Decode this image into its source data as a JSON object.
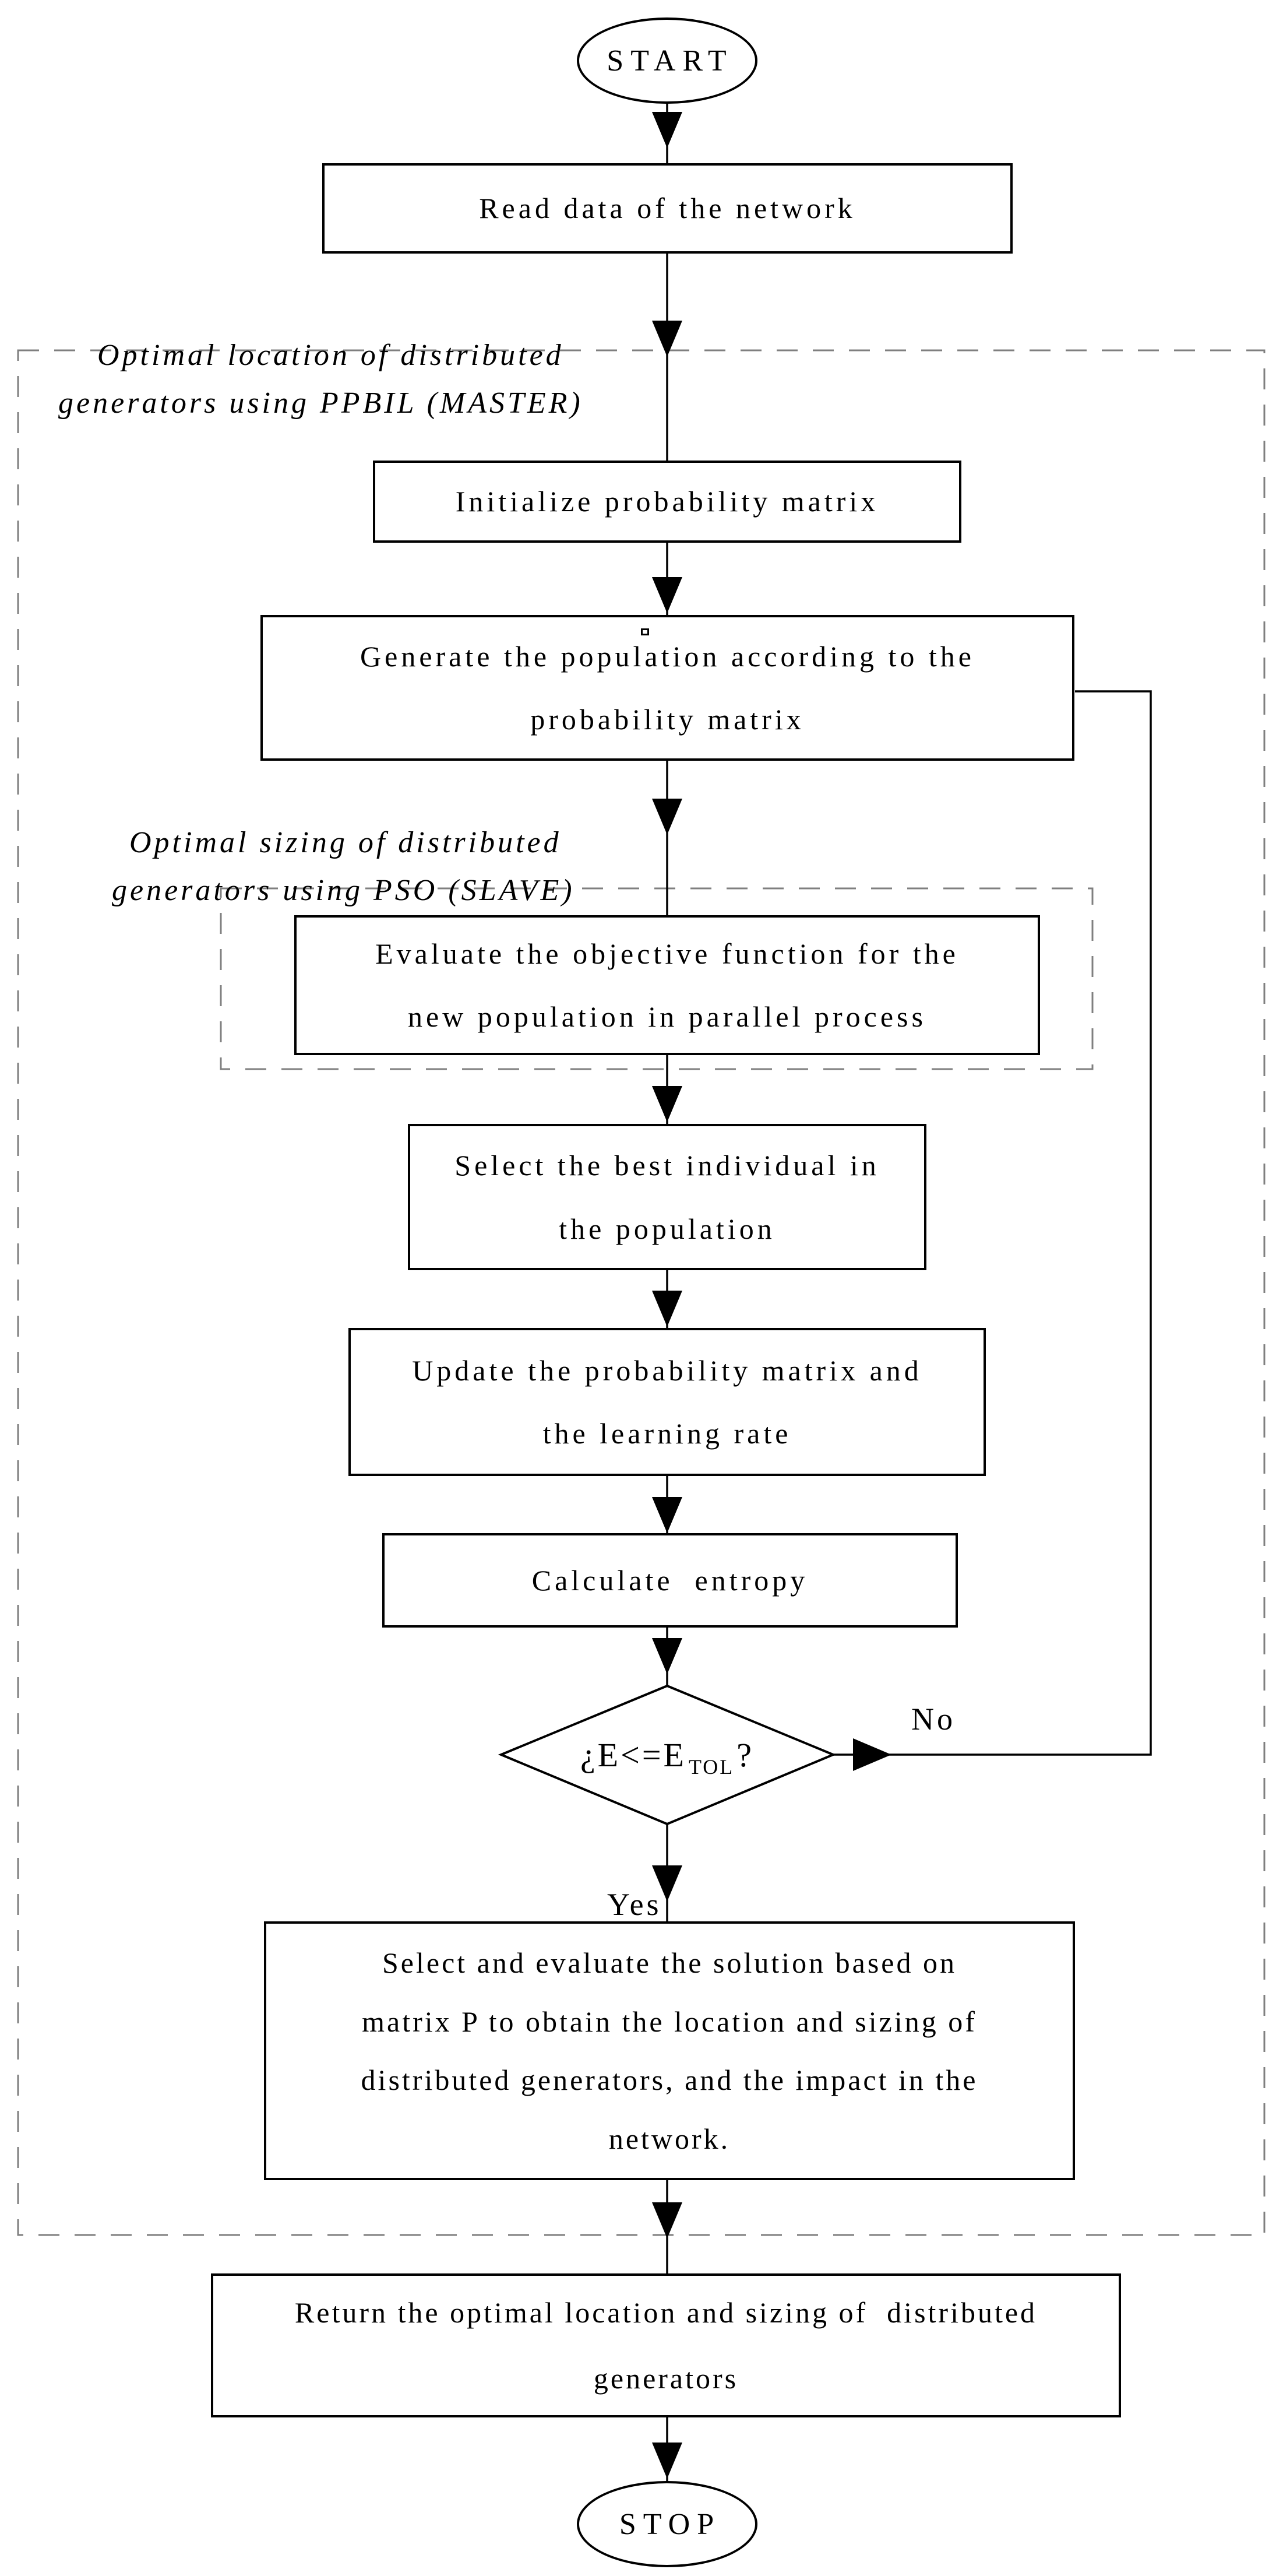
{
  "colors": {
    "line": "#000000",
    "region_dash": "#7f7f7f",
    "background": "#ffffff",
    "text": "#000000"
  },
  "nodes": {
    "start": {
      "label": "START"
    },
    "read_data": {
      "label": "Read data of the network"
    },
    "master_region": {
      "line1": "Optimal location of distributed",
      "line2": "generators using PPBIL (MASTER)"
    },
    "initialize": {
      "label": "Initialize probability matrix"
    },
    "generate": {
      "line1": "Generate the population according to the",
      "line2": "probability matrix"
    },
    "slave_region": {
      "line1": "Optimal sizing of distributed",
      "line2": "generators using PSO (SLAVE)"
    },
    "evaluate": {
      "line1": "Evaluate the objective function for the",
      "line2": "new population in parallel process"
    },
    "select_best": {
      "line1": "Select the best individual in",
      "line2": "the population"
    },
    "update": {
      "line1": "Update the probability matrix and",
      "line2": "the learning rate"
    },
    "calculate": {
      "label": "Calculate  entropy"
    },
    "decision": {
      "prefix": "¿E<=E",
      "subscript": "TOL",
      "suffix": "?",
      "no_label": "No",
      "yes_label": "Yes"
    },
    "final_select": {
      "line1": "Select and evaluate the solution based on",
      "line2": "matrix P to obtain the location and sizing of",
      "line3": "distributed generators, and the impact in the",
      "line4": "network."
    },
    "return": {
      "line1": "Return the optimal location and sizing of  distributed",
      "line2": "generators"
    },
    "stop": {
      "label": "STOP"
    }
  }
}
